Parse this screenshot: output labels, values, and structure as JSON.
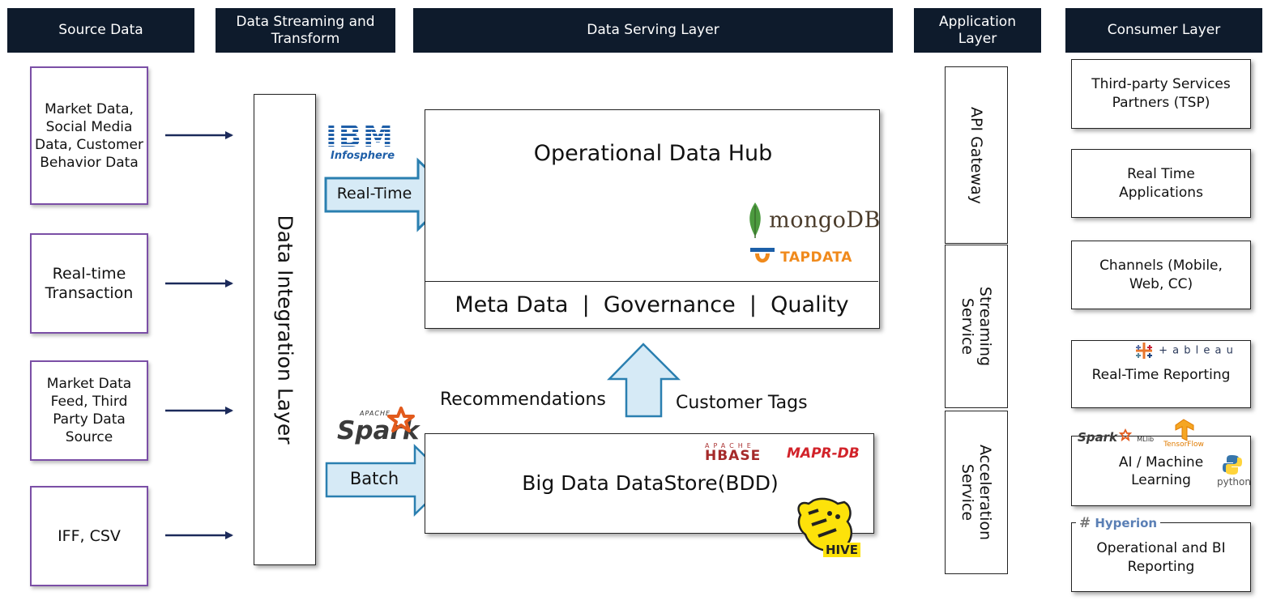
{
  "headers": {
    "source": "Source Data",
    "streaming": "Data Streaming and Transform",
    "serving": "Data Serving Layer",
    "application": "Application Layer",
    "consumer": "Consumer Layer"
  },
  "sources": {
    "market_social": "Market Data, Social Media Data, Customer Behavior Data",
    "realtime_txn": "Real-time Transaction",
    "market_feed": "Market Data Feed, Third Party Data Source",
    "iff_csv": "IFF, CSV"
  },
  "integration_layer": "Data Integration Layer",
  "flows": {
    "realtime": "Real-Time",
    "batch": "Batch",
    "recommendations": "Recommendations",
    "customer_tags": "Customer Tags"
  },
  "hub": {
    "title": "Operational Data Hub",
    "meta_bar": "Meta Data  |  Governance  |  Quality"
  },
  "bdd": {
    "title": "Big Data DataStore(BDD)"
  },
  "logos": {
    "ibm": "IBM",
    "ibm_sub": "Infosphere",
    "mongodb": "mongoDB",
    "tapdata": "TAPDATA",
    "spark": "Spark",
    "spark_apache": "APACHE",
    "hbase_apache": "APACHE",
    "hbase": "HBASE",
    "maprdb": "MAPR-DB",
    "hive": "HIVE",
    "tableau": "+ a b l e a u",
    "spark_mllib": "Spark",
    "mllib": "MLlib",
    "tensorflow": "TensorFlow",
    "python": "python",
    "hyperion": "Hyperion"
  },
  "application": {
    "api_gateway": "API Gateway",
    "streaming_service": "Streaming Service",
    "acceleration_service": "Acceleration Service"
  },
  "consumers": {
    "tsp": "Third-party Services Partners (TSP)",
    "realtime_apps": "Real Time Applications",
    "channels": "Channels (Mobile, Web, CC)",
    "realtime_reporting": "Real-Time Reporting",
    "ai_ml": "AI / Machine Learning",
    "bi_reporting": "Operational and BI Reporting"
  },
  "colors": {
    "header_bg": "#0e1b2c",
    "source_border": "#7b4fa6",
    "arrow_navy": "#1b2a5a",
    "flow_arrow_fill": "#d6eaf6",
    "flow_arrow_stroke": "#2a7fb0",
    "ibm_blue": "#1f5fa8",
    "mongo_green": "#4c9a3f",
    "tap_orange": "#f08a1c",
    "tap_blue": "#1c5fa8",
    "mapr_red": "#d2232a"
  }
}
